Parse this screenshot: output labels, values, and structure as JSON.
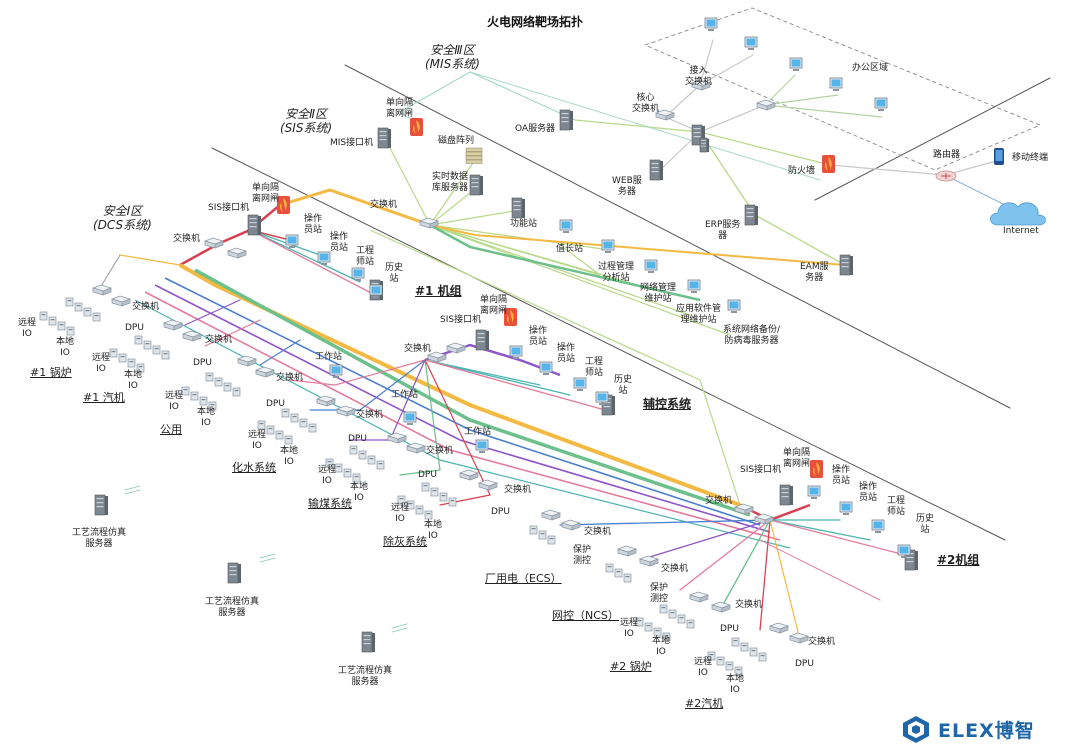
{
  "title": "火电网络靶场拓扑",
  "zones": {
    "mis": "安全Ⅲ区\n(MIS系统)",
    "sis": "安全Ⅱ区\n(SIS系统)",
    "dcs": "安全Ⅰ区\n(DCS系统)"
  },
  "sections": {
    "unit1": "#1 机组",
    "aux": "辅控系统",
    "unit2": "#2机组",
    "boiler1": "#1 锅炉",
    "turbine1": "#1 汽机",
    "common": "公用",
    "water": "化水系统",
    "coal": "输煤系统",
    "ash": "除灰系统",
    "ecs": "厂用电（ECS）",
    "ncs": "网控（NCS）",
    "boiler2": "#2 锅炉",
    "turbine2": "#2汽机"
  },
  "labels": {
    "office_zone": "办公区域",
    "access_switch": "接入\n交换机",
    "core_switch": "核心\n交换机",
    "oa_server": "OA服务器",
    "web_server": "WEB服\n务器",
    "firewall": "防火墙",
    "erp_server": "ERP服务\n器",
    "eam_server": "EAM服\n务器",
    "router": "路由器",
    "mobile": "移动终端",
    "internet": "Internet",
    "gateway": "单向隔\n离网闸",
    "mis_iface": "MIS接口机",
    "disk_array": "磁盘阵列",
    "rtdb": "实时数据\n库服务器",
    "switch": "交换机",
    "func_station": "功能站",
    "duty_station": "值长站",
    "process_mgmt": "过程管理\n分析站",
    "net_mgmt": "网络管理\n维护站",
    "app_sw": "应用软件管\n理维护站",
    "backup": "系统网络备份/\n防病毒服务器",
    "sis_iface": "SIS接口机",
    "operator": "操作\n员站",
    "engineer": "工程\n师站",
    "history": "历史\n站",
    "dpu": "DPU",
    "remote_io": "远程\nIO",
    "local_io": "本地\nIO",
    "workstation": "工作站",
    "protection": "保护\n测控",
    "sim_server": "工艺流程仿真\n服务器"
  },
  "logo": {
    "text": "ELEX博智",
    "brand_color": "#1e66a8"
  },
  "line_colors": {
    "orange": "#f4b942",
    "green": "#6cc08b",
    "pink": "#e57a9a",
    "red": "#d9404f",
    "blue": "#4a7fd0",
    "purple": "#8e55c8",
    "lightgreen": "#b9d98a",
    "teal": "#4bb5b0",
    "gray": "#555555"
  },
  "icons": [
    "pc-icon",
    "server-icon",
    "switch-icon",
    "firewall-icon",
    "router-icon",
    "phone-icon",
    "cloud-icon",
    "disk-array-icon"
  ]
}
